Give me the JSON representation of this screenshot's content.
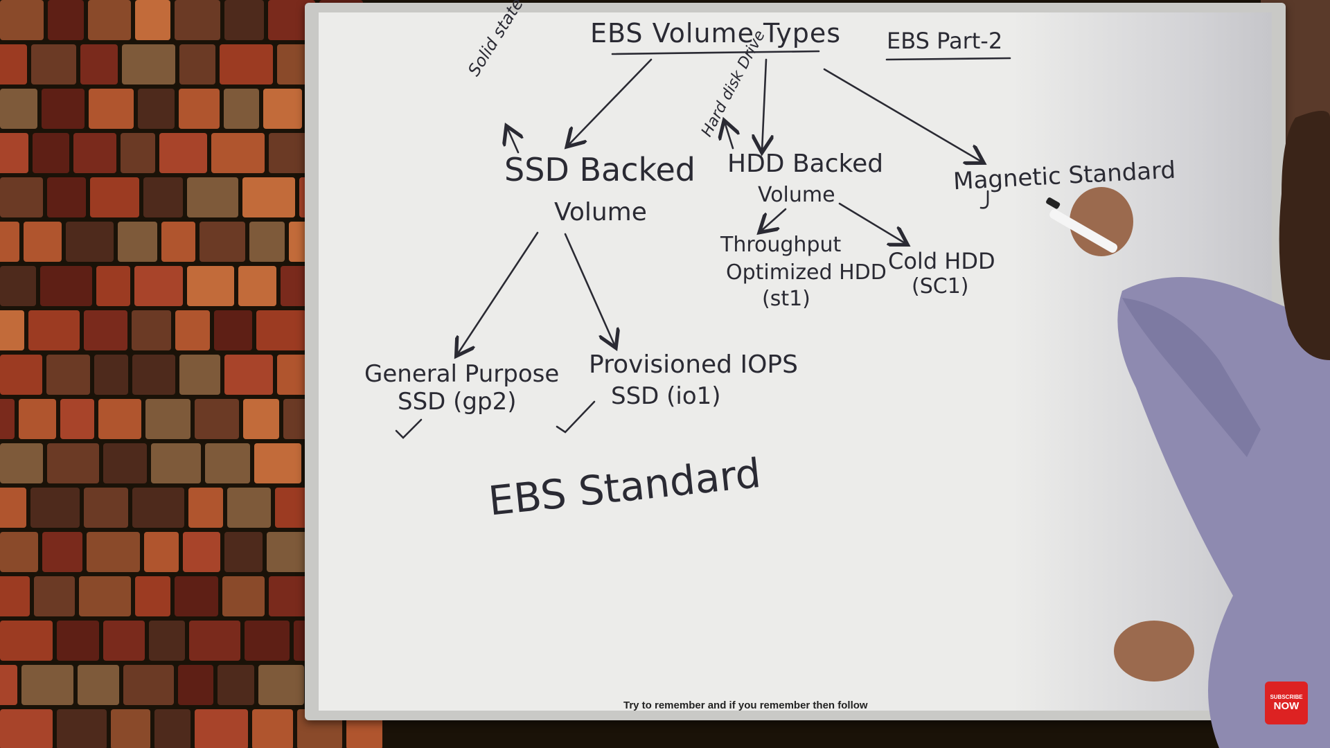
{
  "whiteboard": {
    "title": "EBS Volume Types",
    "part": "EBS Part-2",
    "ssd_note": "Solid state drive",
    "hdd_note": "Hard disk Drive",
    "ssd_backed_line1": "SSD Backed",
    "ssd_backed_line2": "Volume",
    "hdd_backed_line1": "HDD Backed",
    "hdd_backed_line2": "Volume",
    "magnetic": "Magnetic Standard",
    "gp_line1": "General Purpose",
    "gp_line2": "SSD (gp2)",
    "piops_line1": "Provisioned IOPS",
    "piops_line2": "SSD (io1)",
    "st1_line1": "Throughput",
    "st1_line2": "Optimized HDD",
    "st1_line3": "(st1)",
    "sc1_line1": "Cold HDD",
    "sc1_line2": "(SC1)",
    "ebs_standard": "EBS Standard",
    "tray_note": "Try to remember and if you remember then follow"
  },
  "subscribe_badge": {
    "small": "SUBSCRIBE",
    "big": "NOW"
  }
}
